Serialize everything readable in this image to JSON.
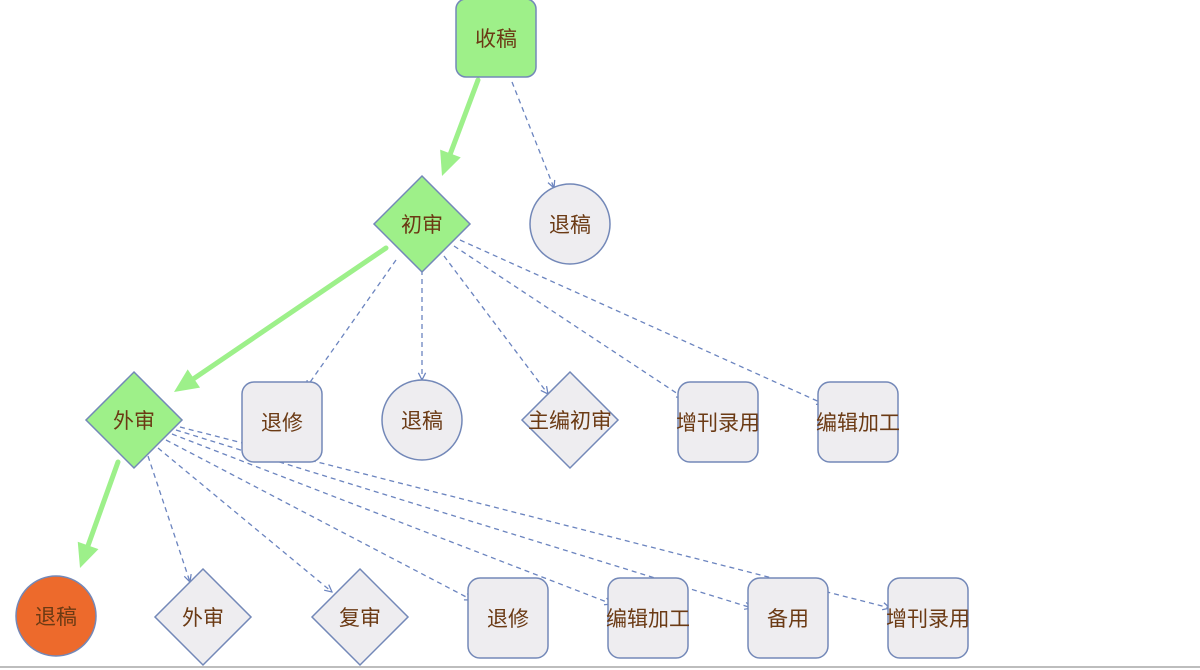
{
  "colors": {
    "accent_green": "#9df08a",
    "node_green": "#9ef089",
    "node_gray": "#eeedf0",
    "node_orange": "#ed6a2c",
    "border_blue": "#7388b8",
    "edge_dashed": "#6b84bf",
    "label_brown": "#6b3a14"
  },
  "nodes": [
    {
      "id": "root",
      "label": "收稿",
      "shape": "rounded",
      "fill": "green"
    },
    {
      "id": "return1",
      "label": "退稿",
      "shape": "circle",
      "fill": "gray"
    },
    {
      "id": "initial",
      "label": "初审",
      "shape": "diamond",
      "fill": "green"
    },
    {
      "id": "external",
      "label": "外审",
      "shape": "diamond",
      "fill": "green"
    },
    {
      "id": "revise1",
      "label": "退修",
      "shape": "rounded",
      "fill": "gray"
    },
    {
      "id": "return2",
      "label": "退稿",
      "shape": "circle",
      "fill": "gray"
    },
    {
      "id": "chief",
      "label": "主编初审",
      "shape": "diamond",
      "fill": "gray"
    },
    {
      "id": "supplement1",
      "label": "增刊录用",
      "shape": "rounded",
      "fill": "gray"
    },
    {
      "id": "edit1",
      "label": "编辑加工",
      "shape": "rounded",
      "fill": "gray"
    },
    {
      "id": "return3",
      "label": "退稿",
      "shape": "circle",
      "fill": "orange"
    },
    {
      "id": "external2",
      "label": "外审",
      "shape": "diamond",
      "fill": "gray"
    },
    {
      "id": "recheck",
      "label": "复审",
      "shape": "diamond",
      "fill": "gray"
    },
    {
      "id": "revise2",
      "label": "退修",
      "shape": "rounded",
      "fill": "gray"
    },
    {
      "id": "edit2",
      "label": "编辑加工",
      "shape": "rounded",
      "fill": "gray"
    },
    {
      "id": "backup",
      "label": "备用",
      "shape": "rounded",
      "fill": "gray"
    },
    {
      "id": "supplement2",
      "label": "增刊录用",
      "shape": "rounded",
      "fill": "gray"
    }
  ],
  "edges": [
    {
      "from": "root",
      "to": "initial",
      "style": "solid"
    },
    {
      "from": "root",
      "to": "return1",
      "style": "dashed"
    },
    {
      "from": "initial",
      "to": "external",
      "style": "solid"
    },
    {
      "from": "initial",
      "to": "revise1",
      "style": "dashed"
    },
    {
      "from": "initial",
      "to": "return2",
      "style": "dashed"
    },
    {
      "from": "initial",
      "to": "chief",
      "style": "dashed"
    },
    {
      "from": "initial",
      "to": "supplement1",
      "style": "dashed"
    },
    {
      "from": "initial",
      "to": "edit1",
      "style": "dashed"
    },
    {
      "from": "external",
      "to": "return3",
      "style": "solid"
    },
    {
      "from": "external",
      "to": "external2",
      "style": "dashed"
    },
    {
      "from": "external",
      "to": "recheck",
      "style": "dashed"
    },
    {
      "from": "external",
      "to": "revise2",
      "style": "dashed"
    },
    {
      "from": "external",
      "to": "edit2",
      "style": "dashed"
    },
    {
      "from": "external",
      "to": "backup",
      "style": "dashed"
    },
    {
      "from": "external",
      "to": "supplement2",
      "style": "dashed"
    }
  ]
}
